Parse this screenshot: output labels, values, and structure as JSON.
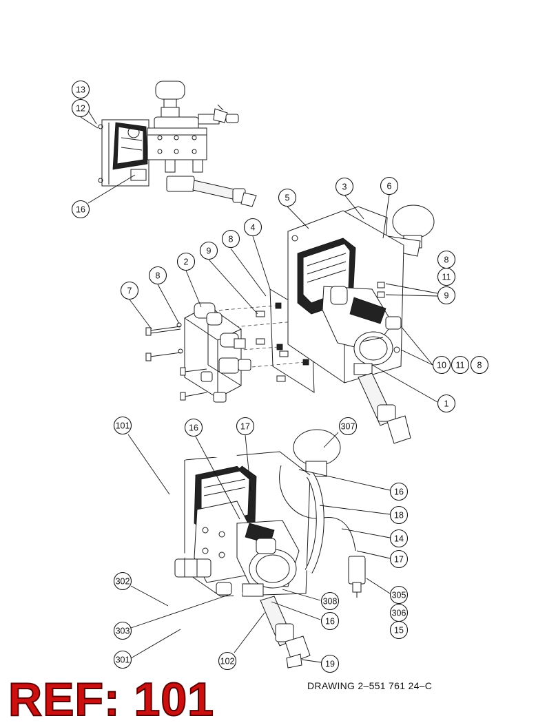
{
  "drawing_number": "DRAWING  2–551 761 24–C",
  "ref_label": "REF: 101",
  "colors": {
    "ref_label": "#cc0f0f",
    "lines": "#111111",
    "background": "#ffffff"
  },
  "callouts": [
    "13",
    "12",
    "16",
    "3",
    "6",
    "5",
    "4",
    "8",
    "9",
    "2",
    "8",
    "7",
    "8",
    "11",
    "9",
    "10",
    "11",
    "8",
    "1",
    "101",
    "16",
    "17",
    "307",
    "16",
    "18",
    "14",
    "17",
    "302",
    "305",
    "306",
    "308",
    "16",
    "15",
    "303",
    "301",
    "102",
    "19"
  ]
}
